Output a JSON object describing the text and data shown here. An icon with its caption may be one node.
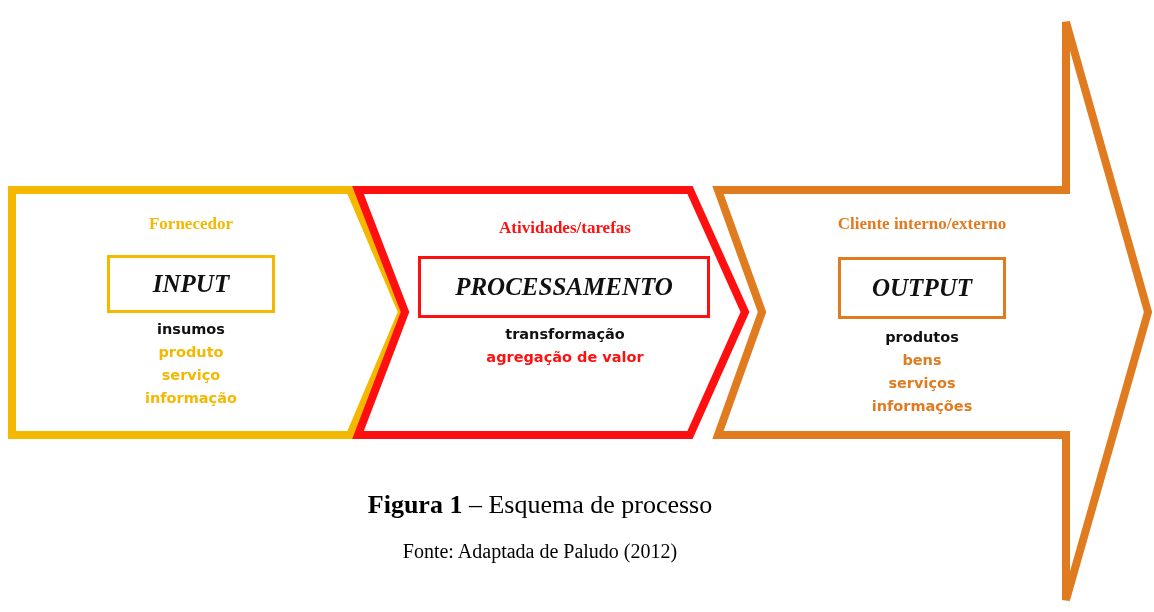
{
  "diagram": {
    "caption": "**Figura 1** – Esquema de processo",
    "nodes": [
      {
        "text": [
          "Fornecedor",
          "insumos",
          "produto",
          "serviço",
          "informação"
        ]
      },
      {
        "text": [
          "INPUT"
        ],
        "in": 0
      },
      {
        "text": [
          "Atividades/tarefas",
          "transformação",
          "agregação de valor"
        ]
      },
      {
        "text": [
          "PROCESSAMENTO"
        ],
        "in": 2
      },
      {
        "text": [
          "Cliente interno/externo",
          "produtos",
          "bens",
          "serviços",
          "informações"
        ]
      },
      {
        "text": [
          "OUTPUT"
        ],
        "in": 4
      }
    ],
    "edges": [],
    "labels": [
      "Fonte: Adaptada de Paludo (2012)"
    ]
  }
}
